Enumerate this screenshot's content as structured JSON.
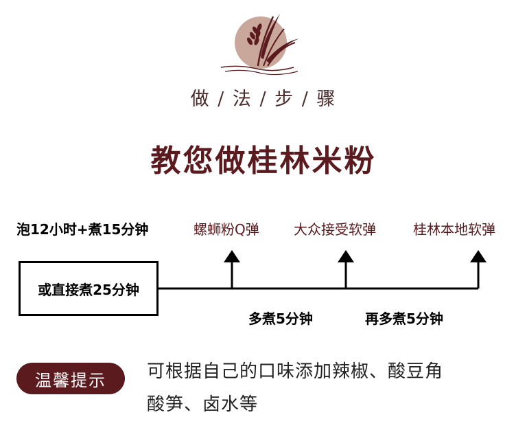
{
  "header": {
    "logo_icon": "rice-stalk-circle-icon",
    "section_label": "做 / 法 / 步 / 骤",
    "title": "教您做桂林米粉"
  },
  "timeline": {
    "start_label": "泡12小时+煮15分钟",
    "box_label": "或直接煮25分钟",
    "stages": [
      {
        "label": "螺蛳粉Q弹"
      },
      {
        "label": "大众接受软弹"
      },
      {
        "label": "桂林本地软弹"
      }
    ],
    "intervals": [
      {
        "label": "多煮5分钟"
      },
      {
        "label": "再多煮5分钟"
      }
    ]
  },
  "tip": {
    "badge": "温馨提示",
    "line1": "可根据自己的口味添加辣椒、酸豆角",
    "line2": "酸笋、卤水等"
  },
  "colors": {
    "brand": "#5a1a1e",
    "logo_circle": "#c9a79a",
    "line": "#000000"
  }
}
